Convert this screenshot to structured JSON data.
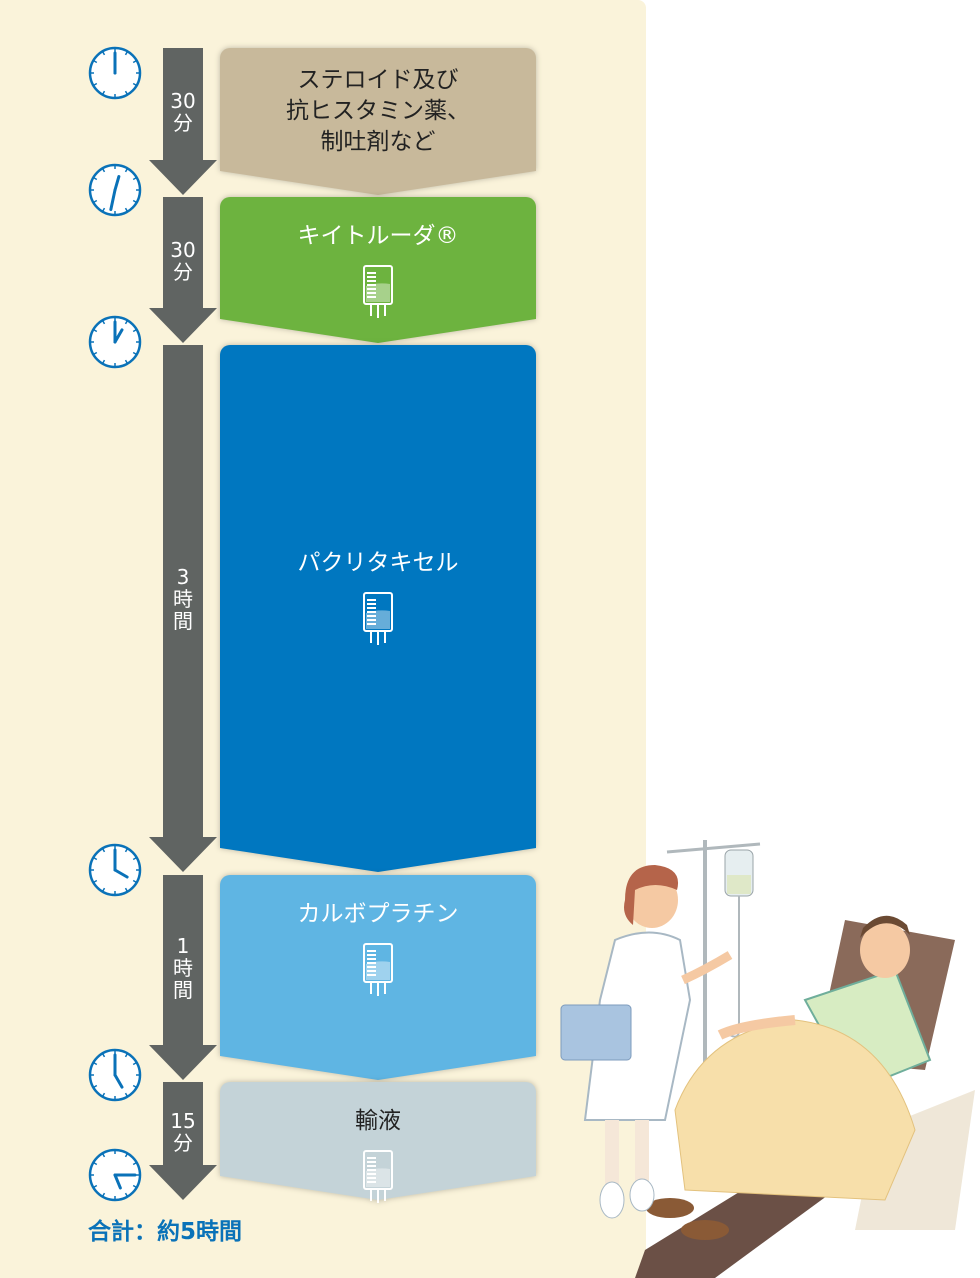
{
  "steps": [
    {
      "duration_top": "30",
      "duration_bottom": "分",
      "label_lines": [
        "ステロイド及び",
        "抗ヒスタミン薬、",
        "制吐剤など"
      ],
      "color": "#c8b99b",
      "text_color": "#222222",
      "has_bag": false
    },
    {
      "duration_top": "30",
      "duration_bottom": "分",
      "label_lines": [
        "キイトルーダ®"
      ],
      "color": "#6db33f",
      "text_color": "#ffffff",
      "has_bag": true
    },
    {
      "duration_top": "3",
      "duration_bottom": "時間",
      "label_lines": [
        "パクリタキセル"
      ],
      "color": "#0077c0",
      "text_color": "#ffffff",
      "has_bag": true
    },
    {
      "duration_top": "1",
      "duration_bottom": "時間",
      "label_lines": [
        "カルボプラチン"
      ],
      "color": "#5fb5e3",
      "text_color": "#ffffff",
      "has_bag": true
    },
    {
      "duration_top": "15",
      "duration_bottom": "分",
      "label_lines": [
        "輸液"
      ],
      "color": "#c4d3d8",
      "text_color": "#222222",
      "has_bag": true
    }
  ],
  "clocks": [
    {
      "h": 12,
      "m": 0
    },
    {
      "h": 12,
      "m": 32
    },
    {
      "h": 1,
      "m": 0
    },
    {
      "h": 4,
      "m": 0
    },
    {
      "h": 5,
      "m": 0
    },
    {
      "h": 5,
      "m": 15
    }
  ],
  "total": "合計：約5時間",
  "colors": {
    "clock": "#0a72b8",
    "arrow": "#606462",
    "panel": "#faf3da"
  }
}
